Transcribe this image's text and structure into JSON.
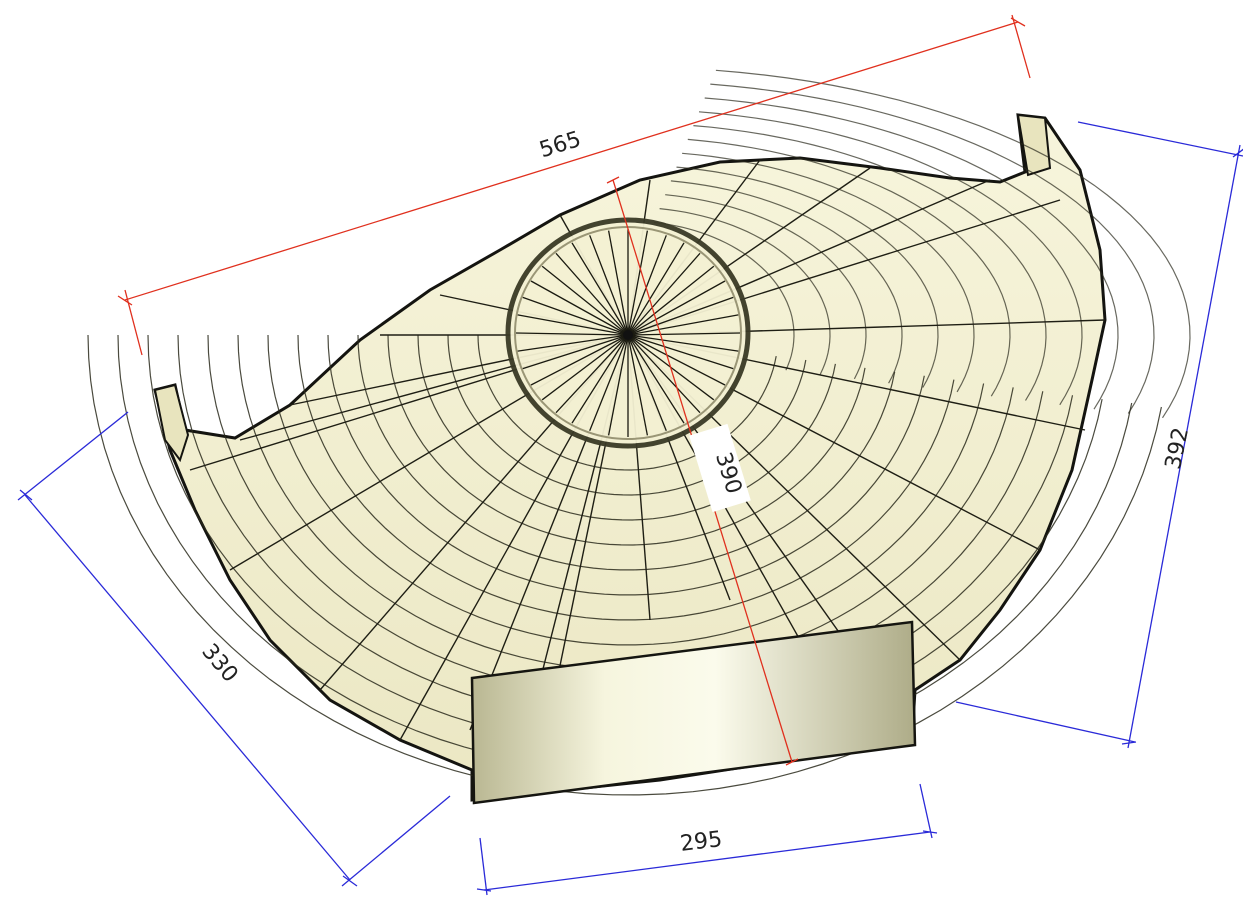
{
  "drawing": {
    "colors": {
      "dimension_red": "#e0301e",
      "dimension_blue": "#2a2ad8",
      "shell_fill": "#f2efcd",
      "shell_fill_dark": "#ddd8b0",
      "wire": "#1a1a10",
      "box_light": "#f7f6df",
      "box_dark": "#b8b690"
    },
    "dimensions": {
      "top_width": "565",
      "right_height": "392",
      "left_depth": "330",
      "base_width": "295",
      "diagonal": "390"
    }
  }
}
